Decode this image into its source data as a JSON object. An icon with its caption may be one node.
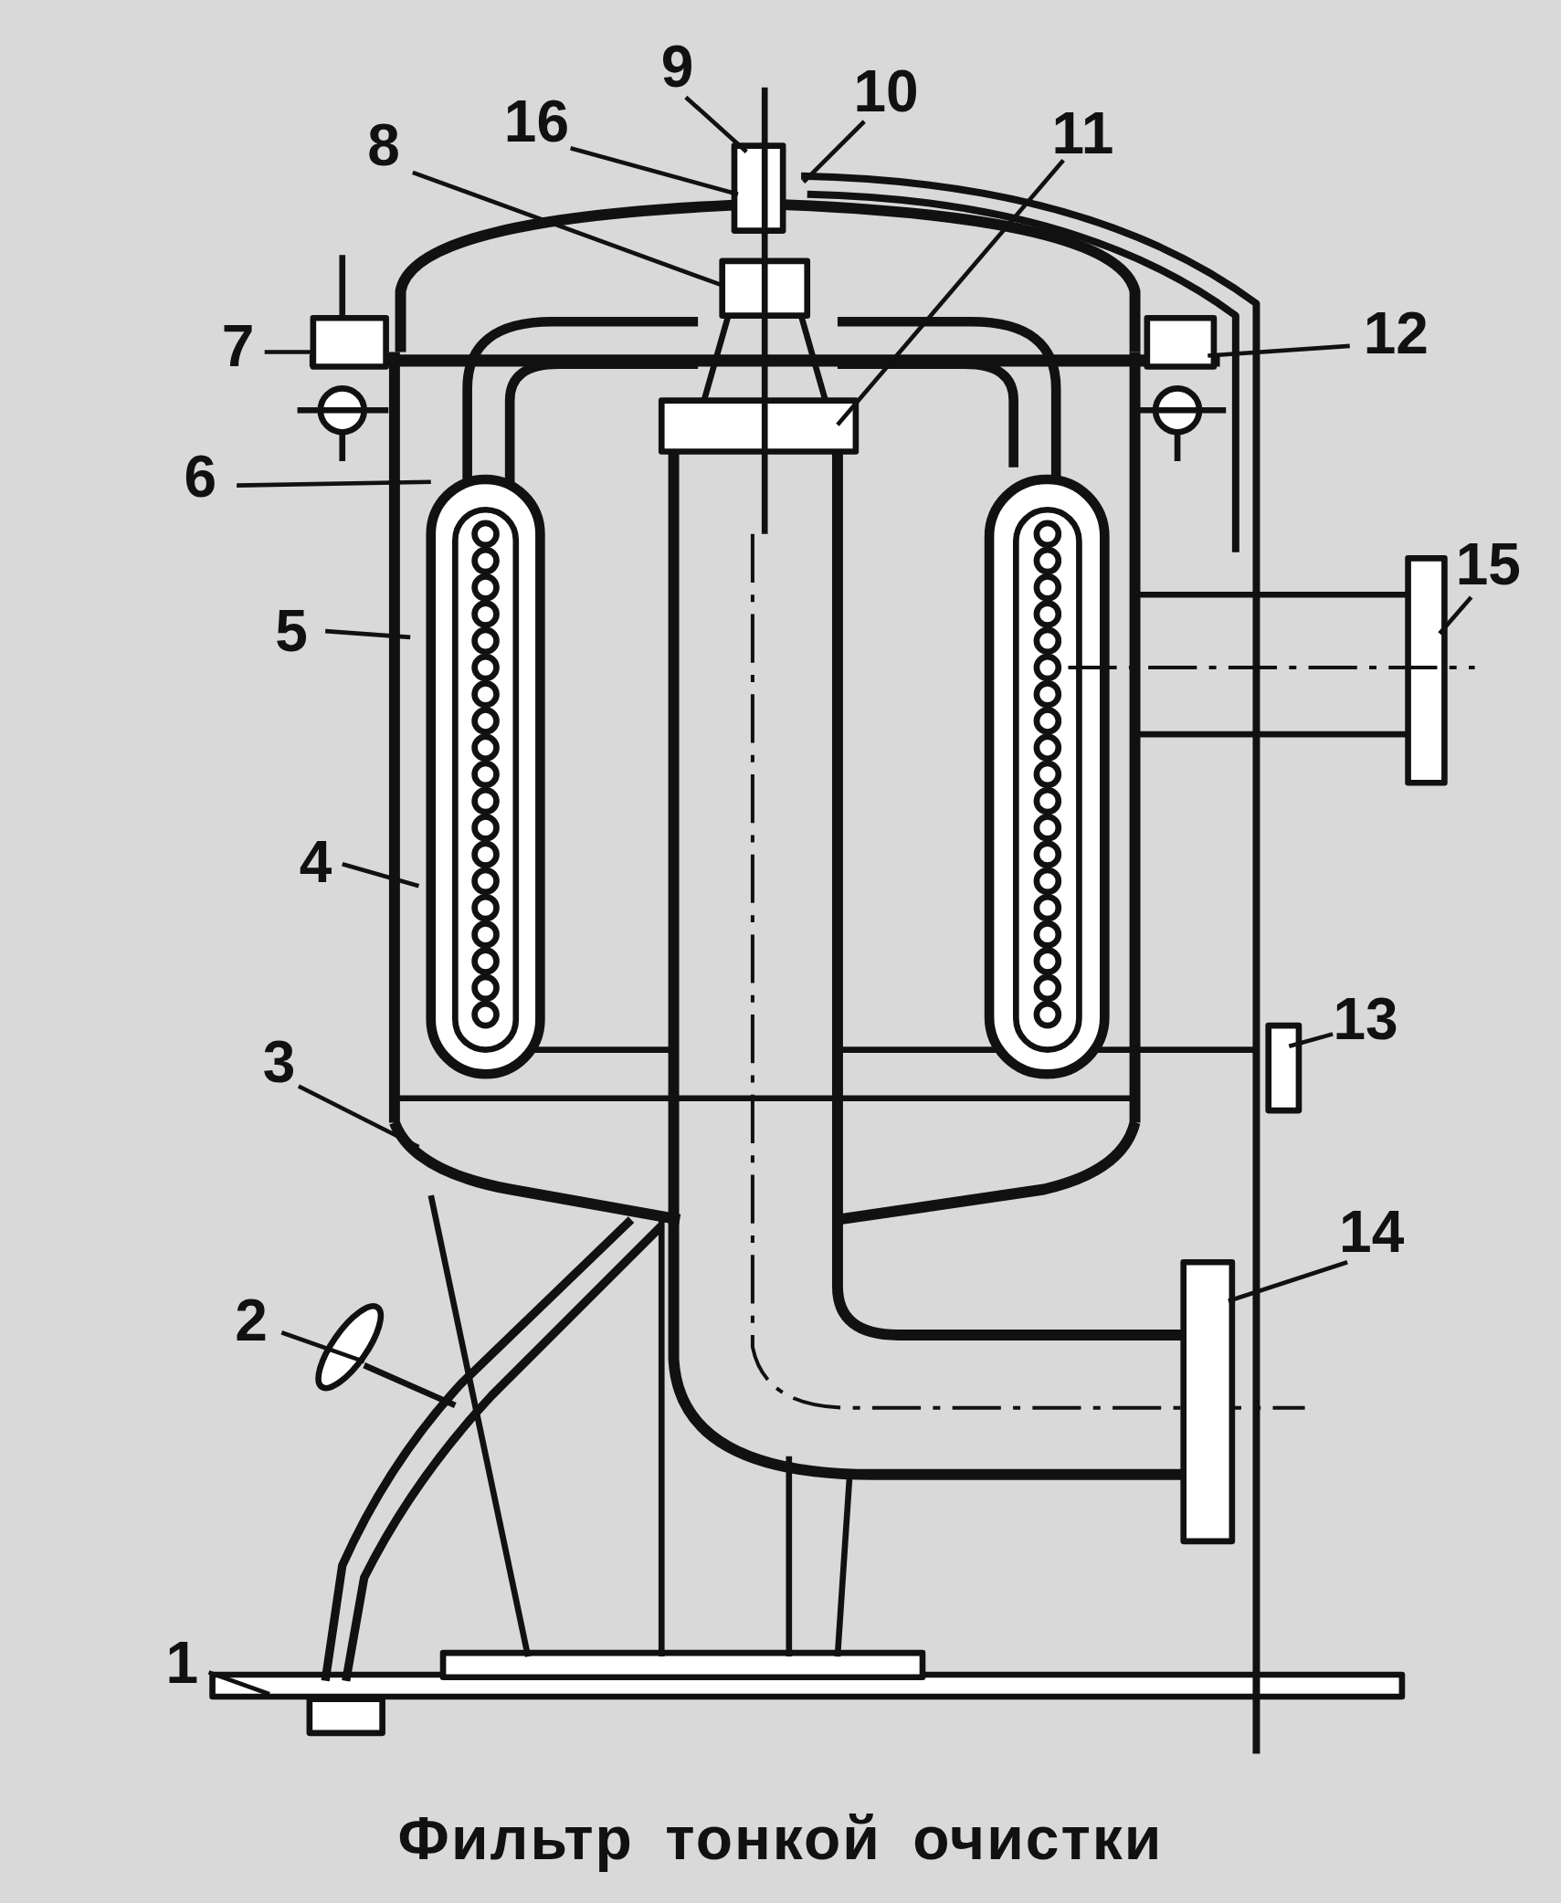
{
  "diagram": {
    "caption": "Фильтр тонкой очистки",
    "nodes": [
      {
        "text": [
          "9"
        ]
      },
      {
        "text": [
          "10"
        ]
      },
      {
        "text": [
          "16"
        ]
      },
      {
        "text": [
          "11"
        ]
      },
      {
        "text": [
          "8"
        ]
      },
      {
        "text": [
          "7"
        ]
      },
      {
        "text": [
          "12"
        ]
      },
      {
        "text": [
          "6"
        ]
      },
      {
        "text": [
          "15"
        ]
      },
      {
        "text": [
          "5"
        ]
      },
      {
        "text": [
          "4"
        ]
      },
      {
        "text": [
          "13"
        ]
      },
      {
        "text": [
          "3"
        ]
      },
      {
        "text": [
          "14"
        ]
      },
      {
        "text": [
          "2"
        ]
      },
      {
        "text": [
          "1"
        ]
      }
    ],
    "edges": [
      {
        "from": 0,
        "to": null,
        "arrow": "none"
      },
      {
        "from": 1,
        "to": null,
        "arrow": "none"
      },
      {
        "from": 2,
        "to": null,
        "arrow": "none"
      },
      {
        "from": 3,
        "to": null,
        "arrow": "none"
      },
      {
        "from": 4,
        "to": null,
        "arrow": "none"
      },
      {
        "from": 5,
        "to": null,
        "arrow": "none"
      },
      {
        "from": 6,
        "to": null,
        "arrow": "none"
      },
      {
        "from": 7,
        "to": null,
        "arrow": "none"
      },
      {
        "from": 8,
        "to": null,
        "arrow": "none"
      },
      {
        "from": 9,
        "to": null,
        "arrow": "none"
      },
      {
        "from": 10,
        "to": null,
        "arrow": "none"
      },
      {
        "from": 11,
        "to": null,
        "arrow": "none"
      },
      {
        "from": 12,
        "to": null,
        "arrow": "none"
      },
      {
        "from": 13,
        "to": null,
        "arrow": "none"
      },
      {
        "from": 14,
        "to": null,
        "arrow": "none"
      },
      {
        "from": 15,
        "to": null,
        "arrow": "none"
      }
    ]
  }
}
